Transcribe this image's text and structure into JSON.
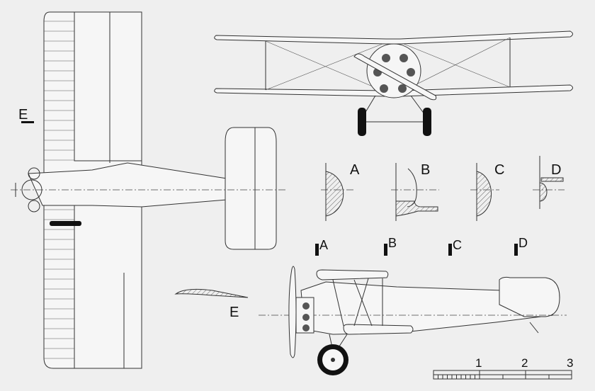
{
  "labels": {
    "section_e_marker": "E",
    "section_a": "A",
    "section_b": "B",
    "section_c": "C",
    "section_d": "D",
    "cut_a": "A",
    "cut_b": "B",
    "cut_c": "C",
    "cut_d": "D",
    "airfoil_e": "E"
  },
  "scale_bar": {
    "ticks": [
      "1",
      "2",
      "3"
    ]
  },
  "colors": {
    "background": "#efefef",
    "line": "#333333"
  }
}
